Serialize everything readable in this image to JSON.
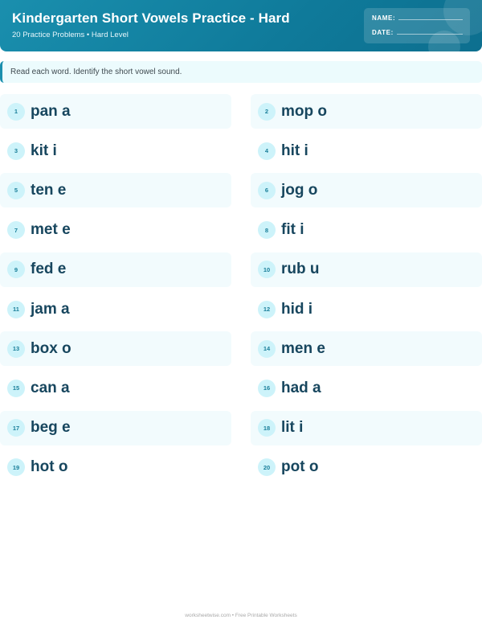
{
  "header": {
    "title": "Kindergarten Short Vowels Practice - Hard",
    "subtitle": "20 Practice Problems • Hard Level",
    "name_label": "NAME:",
    "date_label": "DATE:",
    "gradient_colors": [
      "#1a8fae",
      "#0d6f8f"
    ]
  },
  "instructions": {
    "text": "Read each word. Identify the short vowel sound."
  },
  "problems": [
    {
      "number": "1",
      "text": "pan a"
    },
    {
      "number": "2",
      "text": "mop o"
    },
    {
      "number": "3",
      "text": "kit i"
    },
    {
      "number": "4",
      "text": "hit i"
    },
    {
      "number": "5",
      "text": "ten e"
    },
    {
      "number": "6",
      "text": "jog o"
    },
    {
      "number": "7",
      "text": "met e"
    },
    {
      "number": "8",
      "text": "fit i"
    },
    {
      "number": "9",
      "text": "fed e"
    },
    {
      "number": "10",
      "text": "rub u"
    },
    {
      "number": "11",
      "text": "jam a"
    },
    {
      "number": "12",
      "text": "hid i"
    },
    {
      "number": "13",
      "text": "box o"
    },
    {
      "number": "14",
      "text": "men e"
    },
    {
      "number": "15",
      "text": "can a"
    },
    {
      "number": "16",
      "text": "had a"
    },
    {
      "number": "17",
      "text": "beg e"
    },
    {
      "number": "18",
      "text": "lit i"
    },
    {
      "number": "19",
      "text": "hot o"
    },
    {
      "number": "20",
      "text": "pot o"
    }
  ],
  "footer": {
    "text": "worksheetwise.com • Free Printable Worksheets"
  }
}
